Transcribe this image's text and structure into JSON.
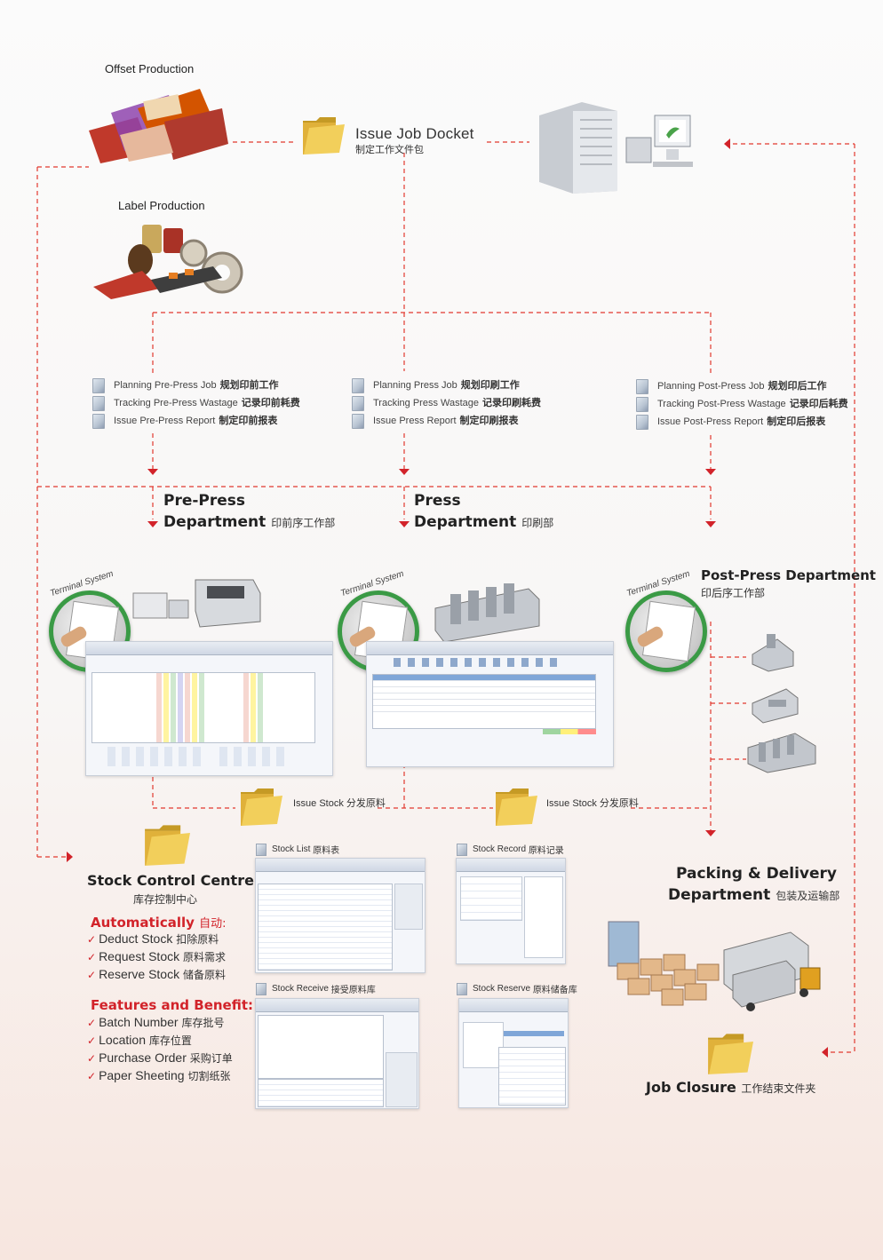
{
  "top": {
    "offset_label": "Offset Production",
    "label_label": "Label Production",
    "issue_job_docket": "Issue Job Docket",
    "issue_job_docket_cn": "制定工作文件包"
  },
  "prepress_tasks": [
    {
      "en": "Planning Pre-Press Job",
      "cn": "规划印前工作"
    },
    {
      "en": "Tracking Pre-Press Wastage",
      "cn": "记录印前耗费"
    },
    {
      "en": "Issue Pre-Press Report",
      "cn": "制定印前报表"
    }
  ],
  "press_tasks": [
    {
      "en": "Planning Press Job",
      "cn": "规划印刷工作"
    },
    {
      "en": "Tracking Press Wastage",
      "cn": "记录印刷耗费"
    },
    {
      "en": "Issue Press Report",
      "cn": "制定印刷报表"
    }
  ],
  "postpress_tasks": [
    {
      "en": "Planning Post-Press Job",
      "cn": "规划印后工作"
    },
    {
      "en": "Tracking Post-Press Wastage",
      "cn": "记录印后耗费"
    },
    {
      "en": "Issue Post-Press Report",
      "cn": "制定印后报表"
    }
  ],
  "departments": {
    "prepress_line1": "Pre-Press",
    "prepress_line2": "Department",
    "prepress_cn": "印前序工作部",
    "press_line1": "Press",
    "press_line2": "Department",
    "press_cn": "印刷部",
    "postpress": "Post-Press Department",
    "postpress_cn": "印后序工作部",
    "packing_line1": "Packing & Delivery",
    "packing_line2": "Department",
    "packing_cn": "包装及运输部"
  },
  "terminal_label": "Terminal System",
  "issue_stock_1": {
    "en": "Issue Stock",
    "cn": "分发原料"
  },
  "issue_stock_2": {
    "en": "Issue Stock",
    "cn": "分发原料"
  },
  "stock_control": {
    "title": "Stock Control Centre",
    "title_cn": "库存控制中心",
    "automatically": "Automatically",
    "automatically_cn": "自动:",
    "auto_items": [
      {
        "en": "Deduct Stock",
        "cn": "扣除原料"
      },
      {
        "en": "Request Stock",
        "cn": "原料需求"
      },
      {
        "en": "Reserve Stock",
        "cn": "储备原料"
      }
    ],
    "features": "Features and Benefit:",
    "feature_items": [
      {
        "en": "Batch Number",
        "cn": "库存批号"
      },
      {
        "en": "Location",
        "cn": "库存位置"
      },
      {
        "en": "Purchase Order",
        "cn": "采购订单"
      },
      {
        "en": "Paper Sheeting",
        "cn": "切割纸张"
      }
    ]
  },
  "stock_screens": {
    "list": {
      "en": "Stock List",
      "cn": "原料表"
    },
    "record": {
      "en": "Stock Record",
      "cn": "原料记录"
    },
    "receive": {
      "en": "Stock Receive",
      "cn": "接受原料库"
    },
    "reserve": {
      "en": "Stock Reserve",
      "cn": "原料储备库"
    }
  },
  "job_closure": "Job Closure",
  "job_closure_cn": "工作结束文件夹",
  "colors": {
    "red": "#d2232a",
    "dash": "#e2392f",
    "folder": "#e8c34a",
    "green": "#3a9a45"
  }
}
